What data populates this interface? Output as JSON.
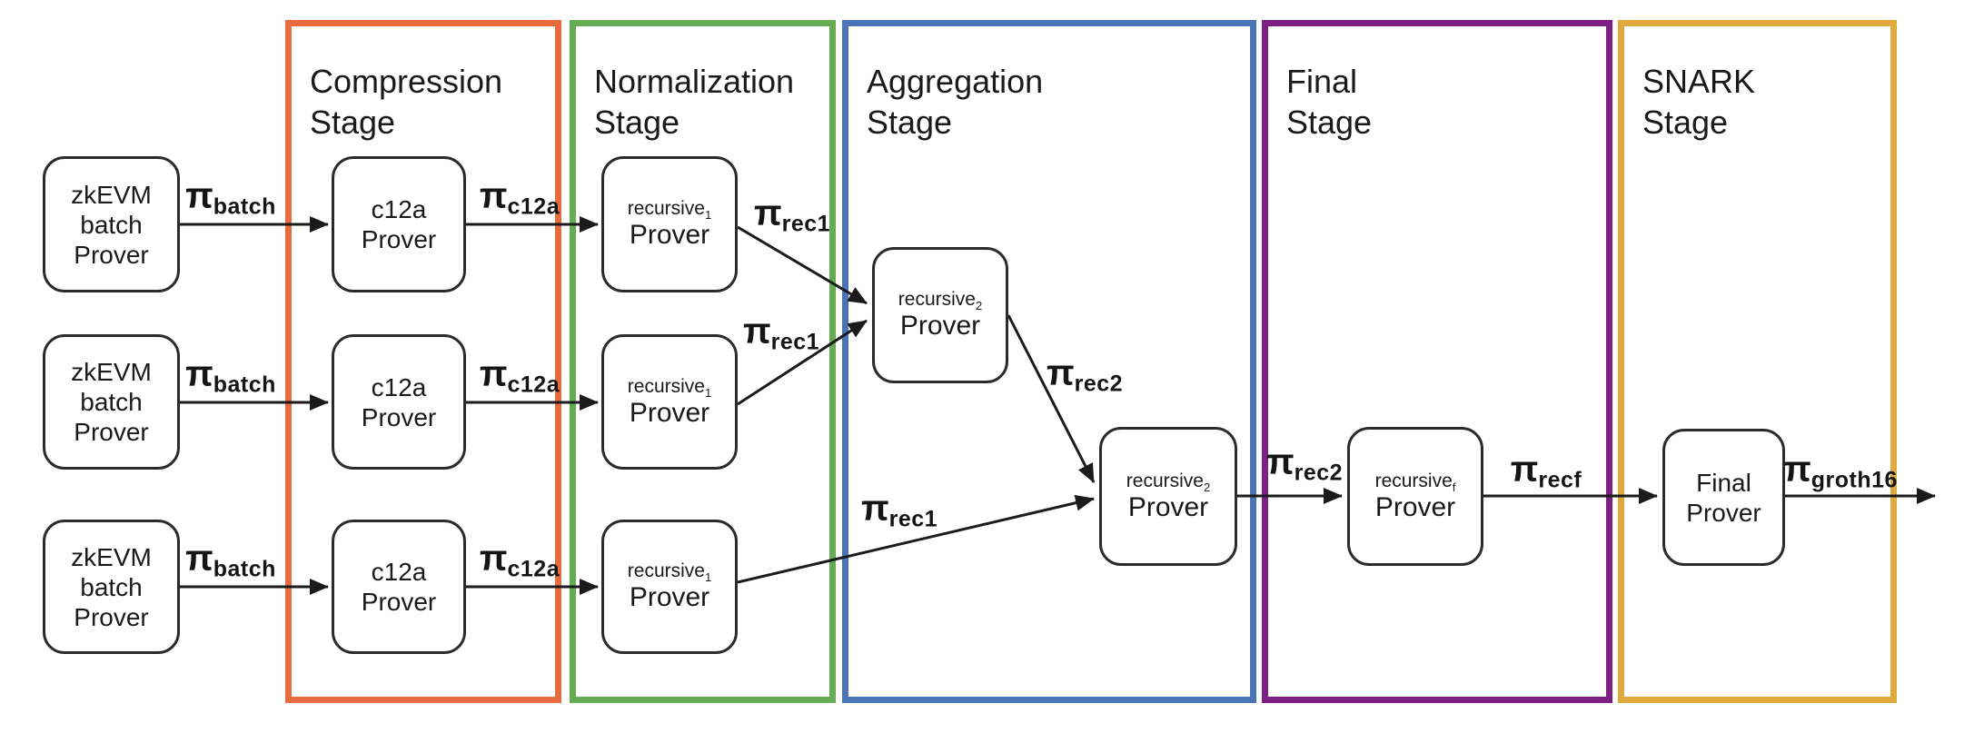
{
  "stages": {
    "compression": {
      "title_line1": "Compression",
      "title_line2": "Stage",
      "border_color": "#E66C3F"
    },
    "normalization": {
      "title_line1": "Normalization",
      "title_line2": "Stage",
      "border_color": "#66AC55"
    },
    "aggregation": {
      "title_line1": "Aggregation",
      "title_line2": "Stage",
      "border_color": "#4A73B8"
    },
    "final": {
      "title_line1": "Final",
      "title_line2": "Stage",
      "border_color": "#7E2083"
    },
    "snark": {
      "title_line1": "SNARK",
      "title_line2": "Stage",
      "border_color": "#E0A93C"
    }
  },
  "nodes": {
    "zkevm_batch_prover": {
      "line1": "zkEVM",
      "line2": "batch",
      "line3": "Prover"
    },
    "c12a_prover": {
      "line1": "c12a",
      "line2": "Prover"
    },
    "recursive1_prover": {
      "base": "recursive",
      "subscript": "1",
      "line2": "Prover"
    },
    "recursive2_prover": {
      "base": "recursive",
      "subscript": "2",
      "line2": "Prover"
    },
    "recursivef_prover": {
      "base": "recursive",
      "subscript": "f",
      "line2": "Prover"
    },
    "final_prover": {
      "line1": "Final",
      "line2": "Prover"
    }
  },
  "proof_labels": {
    "batch": {
      "symbol": "π",
      "subscript": "batch"
    },
    "c12a": {
      "symbol": "π",
      "subscript": "c12a"
    },
    "rec1": {
      "symbol": "π",
      "subscript": "rec1"
    },
    "rec2": {
      "symbol": "π",
      "subscript": "rec2"
    },
    "recf": {
      "symbol": "π",
      "subscript": "recf"
    },
    "groth16": {
      "symbol": "π",
      "subscript": "groth16"
    }
  }
}
